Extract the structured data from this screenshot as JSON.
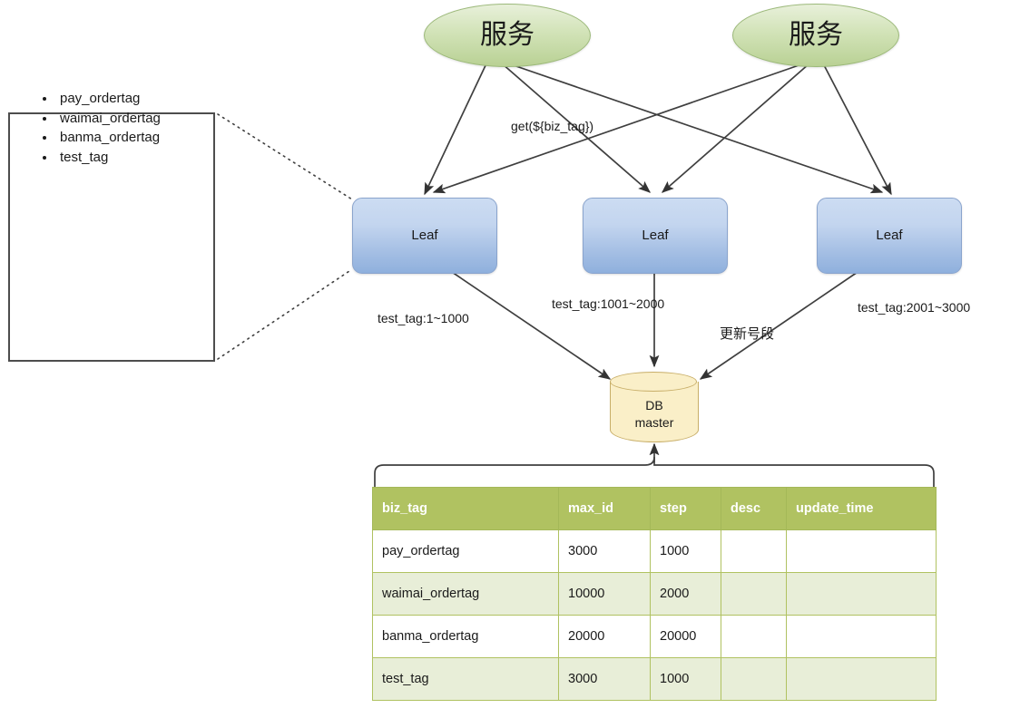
{
  "diagram": {
    "services": [
      {
        "label": "服务"
      },
      {
        "label": "服务"
      }
    ],
    "leaf_nodes": [
      {
        "label": "Leaf"
      },
      {
        "label": "Leaf"
      },
      {
        "label": "Leaf"
      }
    ],
    "database": {
      "line1": "DB",
      "line2": "master"
    },
    "edge_labels": {
      "get_call": "get(${biz_tag})",
      "segment_left": "test_tag:1~1000",
      "segment_middle": "test_tag:1001~2000",
      "segment_right": "test_tag:2001~3000",
      "update_segment": "更新号段"
    }
  },
  "callout": {
    "items": [
      "pay_ordertag",
      "waimai_ordertag",
      "banma_ordertag",
      "test_tag"
    ]
  },
  "table": {
    "columns": [
      "biz_tag",
      "max_id",
      "step",
      "desc",
      "update_time"
    ],
    "rows": [
      [
        "pay_ordertag",
        "3000",
        "1000",
        "",
        ""
      ],
      [
        "waimai_ordertag",
        "10000",
        "2000",
        "",
        ""
      ],
      [
        "banma_ordertag",
        "20000",
        "20000",
        "",
        ""
      ],
      [
        "test_tag",
        "3000",
        "1000",
        "",
        ""
      ]
    ]
  },
  "colors": {
    "service_fill": "#c9dfab",
    "leaf_fill": "#a9c0e4",
    "db_fill": "#faefc8",
    "table_header": "#b0c261",
    "table_row_alt": "#e8eed8",
    "edge_stroke": "#3f3f3f"
  }
}
